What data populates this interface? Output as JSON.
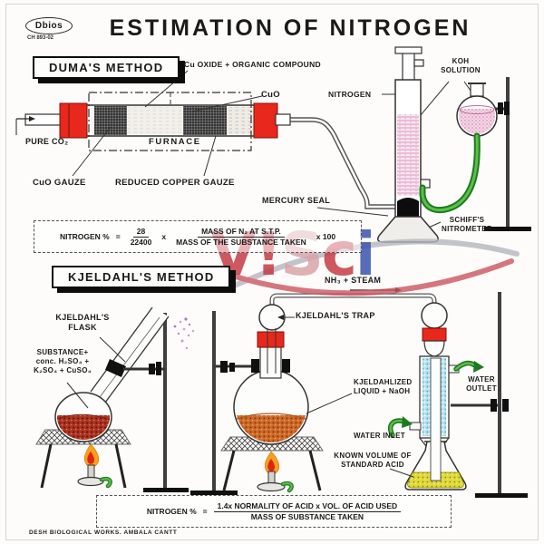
{
  "meta": {
    "brand": "Dbios",
    "code": "CH 893-02",
    "title": "ESTIMATION OF NITROGEN",
    "footer": "DESH BIOLOGICAL WORKS. AMBALA CANTT"
  },
  "watermark": {
    "letters": [
      {
        "char": "V",
        "color": "#c63c46"
      },
      {
        "char": "!",
        "color": "#c63c46"
      },
      {
        "char": "S",
        "color": "#d9a4aa"
      },
      {
        "char": "c",
        "color": "#c63c46"
      },
      {
        "char": "i",
        "color": "#3b55b0"
      }
    ]
  },
  "colors": {
    "stopper_red": "#e8281c",
    "tube_green": "#1d7a22",
    "koh_pink": "#f4d6e4",
    "mercury_black": "#0d0d0d",
    "condenser_blue": "#b8e4f0",
    "acid_yellow": "#e0da3c",
    "flame_orange": "#f6a21c"
  },
  "dumas": {
    "heading": "DUMA'S METHOD",
    "labels": {
      "cu_oxide_organic": "Cu OXIDE + ORGANIC COMPOUND",
      "cuo": "CuO",
      "nitrogen": "NITROGEN",
      "koh_solution": "KOH\nSOLUTION",
      "pure_co2": "PURE CO₂",
      "furnace": "FURNACE",
      "cuo_gauze": "CuO  GAUZE",
      "reduced_copper_gauze": "REDUCED COPPER GAUZE",
      "mercury_seal": "MERCURY SEAL",
      "schiffs_nitrometer": "SCHIFF'S\nNITROMETER"
    },
    "formula": {
      "label": "NITROGEN %",
      "equals": "=",
      "fraction1": {
        "numerator": "28",
        "denominator": "22400"
      },
      "multiply1": "x",
      "fraction2": {
        "numerator": "MASS OF N₂ AT S.T.P.",
        "denominator": "MASS OF THE SUBSTANCE TAKEN"
      },
      "multiply2": "x  100"
    }
  },
  "kjeldahl": {
    "heading": "KJELDAHL'S METHOD",
    "labels": {
      "kjeldahls_flask": "KJELDAHL'S\nFLASK",
      "substance_mix": "SUBSTANCE+\nconc. H₂SO₄ +\nK₂SO₄ + CuSO₄",
      "nh3_steam": "NH₃ + STEAM",
      "kjeldahls_trap": "KJELDAHL'S TRAP",
      "kjeldahlized_liquid": "KJELDAHLIZED\nLIQUID + NaOH",
      "water_outlet": "WATER\nOUTLET",
      "water_inlet": "WATER INLET",
      "known_volume": "KNOWN VOLUME OF\nSTANDARD ACID"
    },
    "formula": {
      "label": "NITROGEN % ",
      "equals": "=",
      "numerator": "1.4x  NORMALITY OF ACID x VOL. OF ACID USED",
      "denominator": "MASS OF SUBSTANCE TAKEN"
    }
  }
}
